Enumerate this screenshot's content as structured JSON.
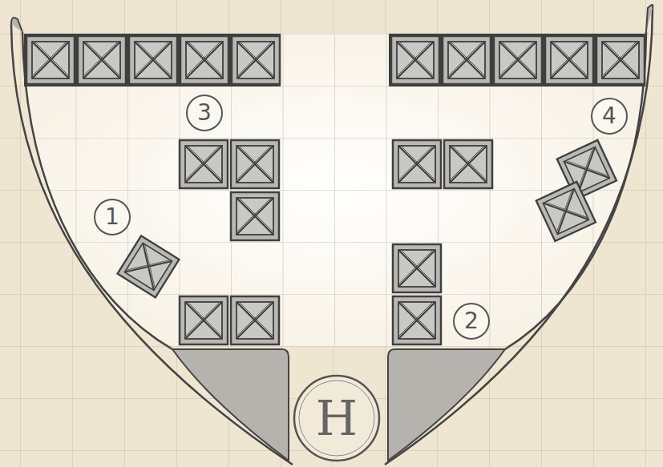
{
  "diagram": {
    "labels": [
      "3",
      "4",
      "1",
      "2",
      "H"
    ]
  }
}
